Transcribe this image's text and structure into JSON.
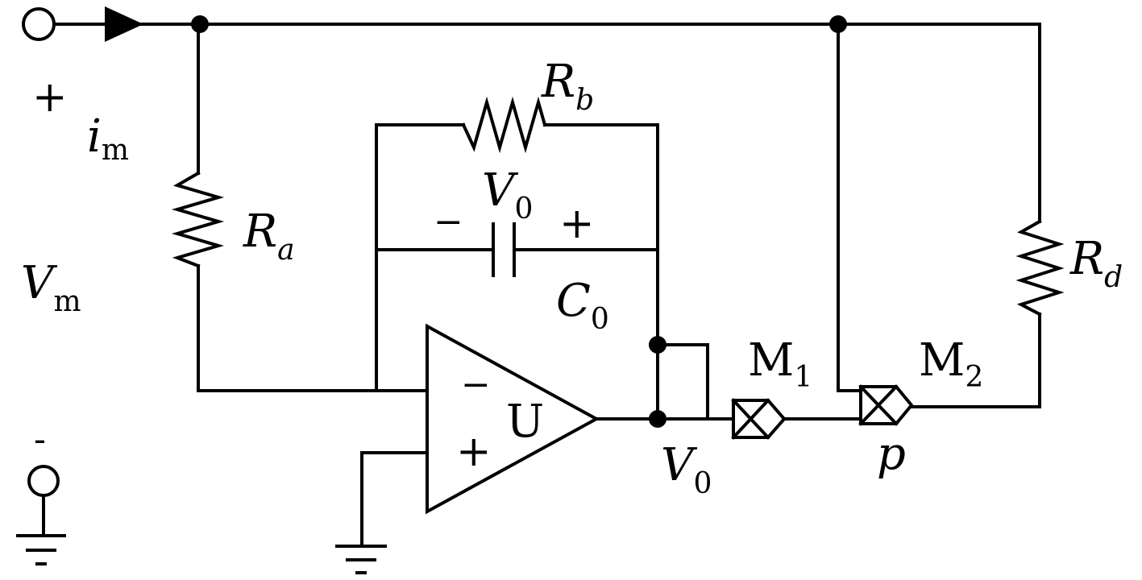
{
  "labels": {
    "input_plus": "+",
    "input_minus": "-",
    "current_symbol": "i",
    "current_sub": "m",
    "voltage_symbol": "V",
    "voltage_sub": "m",
    "ra_symbol": "R",
    "ra_sub": "a",
    "rb_symbol": "R",
    "rb_sub": "b",
    "rd_symbol": "R",
    "rd_sub": "d",
    "cap_voltage_symbol": "V",
    "cap_voltage_sub": "0",
    "cap_minus": "−",
    "cap_plus": "+",
    "cap_symbol": "C",
    "cap_sub": "0",
    "opamp_label": "U",
    "opamp_minus": "−",
    "opamp_plus": "+",
    "output_symbol": "V",
    "output_sub": "0",
    "m1_symbol": "M",
    "m1_sub": "1",
    "m2_symbol": "M",
    "m2_sub": "2",
    "node_p": "p"
  }
}
